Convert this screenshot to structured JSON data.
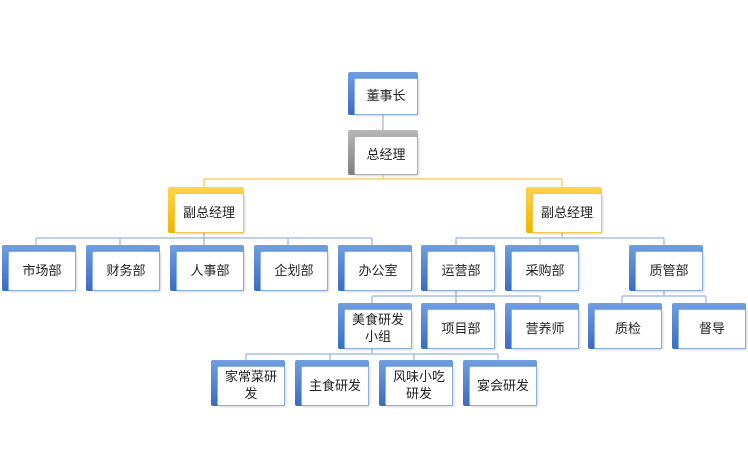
{
  "org": {
    "chairman": "董事长",
    "gm": "总经理",
    "vp_left": "副总经理",
    "vp_right": "副总经理",
    "marketing": "市场部",
    "finance": "财务部",
    "hr": "人事部",
    "planning": "企划部",
    "office": "办公室",
    "operations": "运营部",
    "purchasing": "采购部",
    "quality": "质管部",
    "food_rd": [
      "美食研发",
      "小组"
    ],
    "project": "项目部",
    "nutritionist": "营养师",
    "qc": "质检",
    "supervisor": "督导",
    "home_rd": [
      "家常菜研",
      "发"
    ],
    "staple_rd": "主食研发",
    "snack_rd": [
      "风味小吃",
      "研发"
    ],
    "banquet_rd": "宴会研发"
  },
  "colors": {
    "blue_tab": "#4a7bd0",
    "gray_tab": "#8c8c8c",
    "gold_tab": "#f5c000",
    "connector_blue": "#9bb5dd",
    "connector_gold": "#f2c94c"
  }
}
